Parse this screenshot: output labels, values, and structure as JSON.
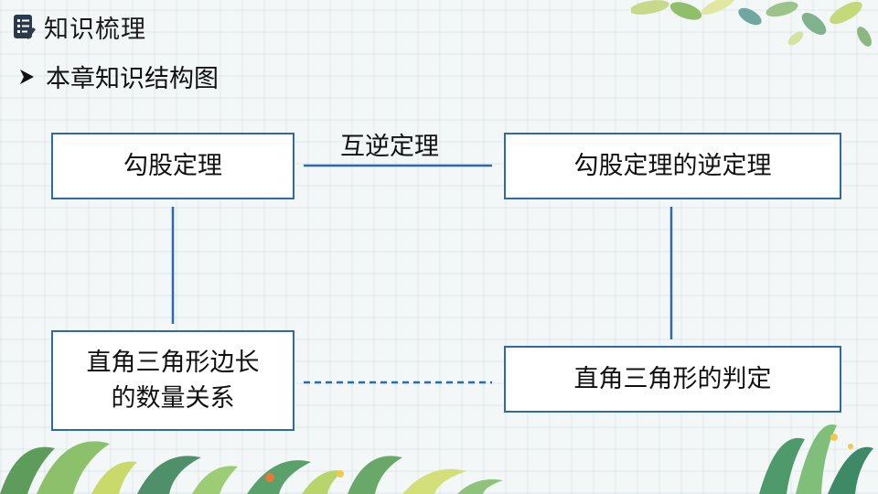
{
  "header": {
    "title": "知识梳理",
    "icon": "list-icon"
  },
  "section": {
    "title": "本章知识结构图",
    "bullet_icon": "arrow-right-icon"
  },
  "diagram": {
    "box1": "勾股定理",
    "box2": "勾股定理的逆定理",
    "box3_line1": "直角三角形边长",
    "box3_line2": "的数量关系",
    "box4": "直角三角形的判定",
    "connector_label": "互逆定理"
  },
  "colors": {
    "box_border": "#2f6aa8",
    "line": "#2f6aa8"
  }
}
